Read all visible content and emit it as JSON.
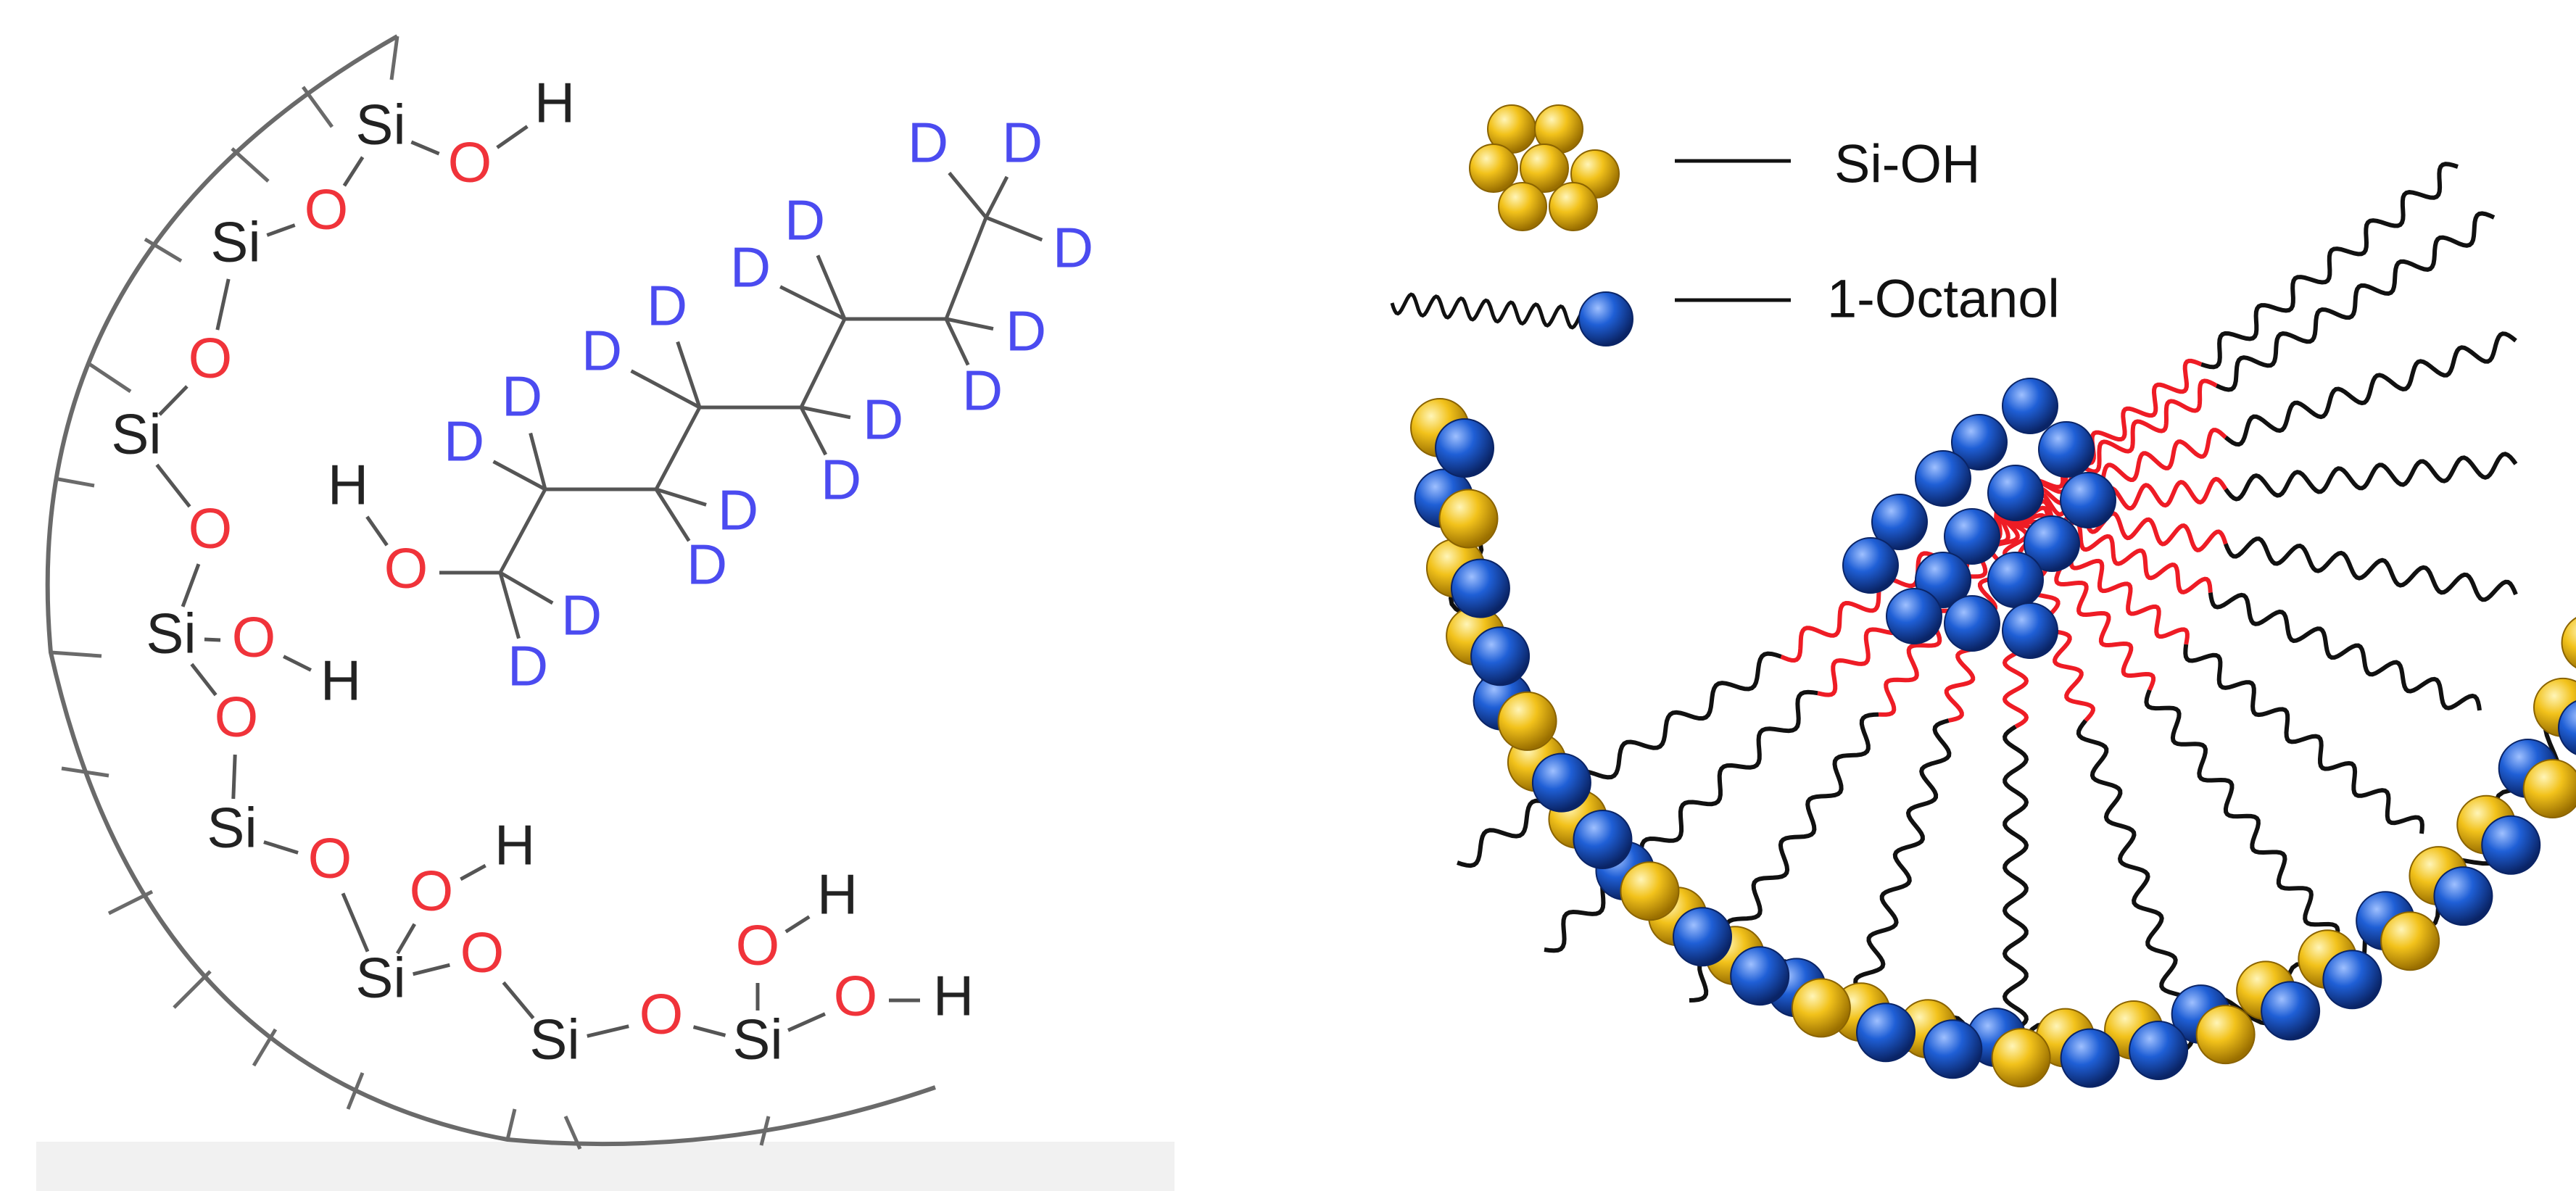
{
  "colors": {
    "silicon_label": "#222222",
    "oxygen": "#f0333a",
    "hydrogen_label": "#222222",
    "deuterium": "#4b4bf0",
    "bond": "#555555",
    "surface_arc": "#6a6a6a",
    "silanol_bead": "#f2c21b",
    "octanol_bead": "#1f5fd6",
    "chain_black": "#111111",
    "chain_red": "#ee1c25",
    "bottom_strip": "#f1f1f1"
  },
  "left_panel": {
    "atom_labels": {
      "silicon": "Si",
      "oxygen": "O",
      "hydrogen": "H",
      "deuterium": "D"
    }
  },
  "right_panel": {
    "legend": {
      "silanol_label": "Si-OH",
      "octanol_label": "1-Octanol",
      "silanol_icon": "gold-bead-cluster-icon",
      "octanol_icon": "chain-with-blue-bead-icon"
    }
  }
}
